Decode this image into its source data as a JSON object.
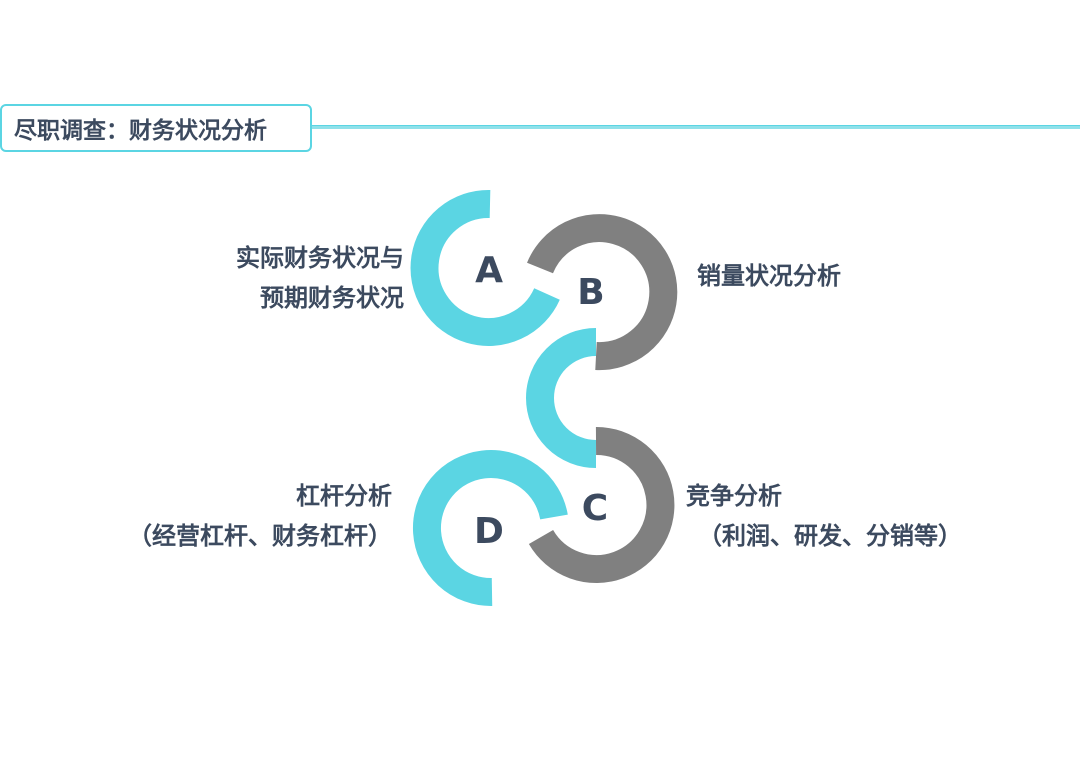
{
  "title": "尽职调查：财务状况分析",
  "colors": {
    "accent": "#5bd5e3",
    "gray": "#808080",
    "text": "#3c4a5f"
  },
  "steps": [
    {
      "letter": "A",
      "lines": [
        "实际财务状况与",
        "预期财务状况"
      ]
    },
    {
      "letter": "B",
      "lines": [
        "销量状况分析"
      ]
    },
    {
      "letter": "C",
      "lines": [
        "竞争分析",
        "（利润、研发、分销等）"
      ]
    },
    {
      "letter": "D",
      "lines": [
        "杠杆分析",
        "（经营杠杆、财务杠杆）"
      ]
    }
  ]
}
